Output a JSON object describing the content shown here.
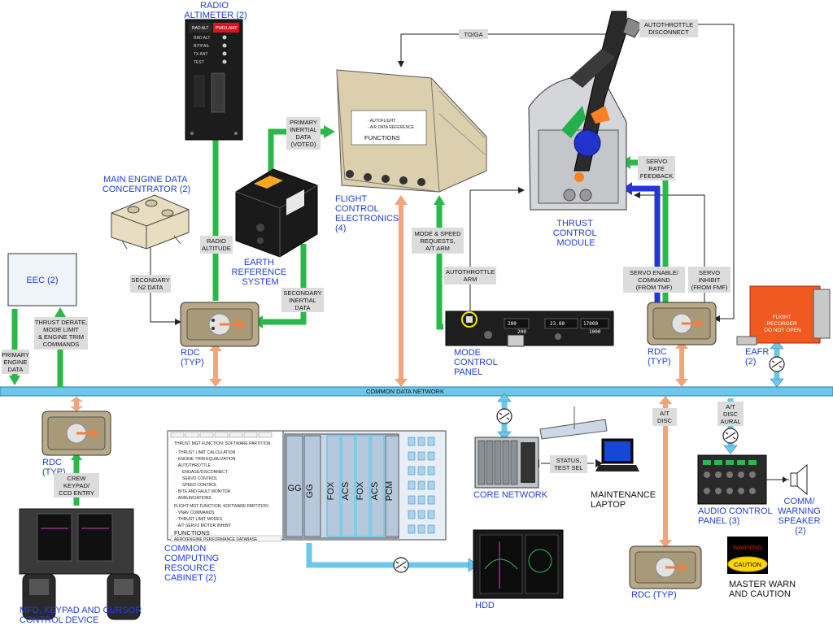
{
  "components": {
    "radio_altimeter": [
      "RADIO",
      "ALTIMETER (2)"
    ],
    "main_engine_data_concentrator": [
      "MAIN ENGINE DATA",
      "CONCENTRATOR (2)"
    ],
    "eec": "EEC (2)",
    "earth_reference_system": [
      "EARTH",
      "REFERENCE",
      "SYSTEM"
    ],
    "flight_control_electronics": [
      "FLIGHT",
      "CONTROL",
      "ELECTRONICS",
      "(4)"
    ],
    "thrust_control_module": [
      "THRUST",
      "CONTROL",
      "MODULE"
    ],
    "mode_control_panel": [
      "MODE",
      "CONTROL",
      "PANEL"
    ],
    "rdc_typ": [
      "RDC",
      "(TYP)"
    ],
    "rdc_typ_inline": "RDC (TYP)",
    "eafr": [
      "EAFR",
      "(2)"
    ],
    "flight_recorder_text": [
      "FLIGHT",
      "RECORDER",
      "DO NOT OPEN"
    ],
    "core_network": "CORE NETWORK",
    "maintenance_laptop": [
      "MAINTENANCE",
      "LAPTOP"
    ],
    "audio_control_panel": [
      "AUDIO CONTROL",
      "PANEL (3)"
    ],
    "comm_warning_speaker": [
      "COMM/",
      "WARNING",
      "SPEAKER",
      "(2)"
    ],
    "master_warn_caution": [
      "MASTER WARN",
      "AND CAUTION"
    ],
    "warning_text": "WARNING",
    "caution_text": "CAUTION",
    "hdd": "HDD",
    "mfd": [
      "MFD, KEYPAD AND CURSOR",
      "CONTROL DEVICE"
    ],
    "common_computing_resource_cabinet": [
      "COMMON",
      "COMPUTING",
      "RESOURCE",
      "CABINET (2)"
    ],
    "common_data_network": "COMMON DATA NETWORK"
  },
  "signals": {
    "to_ga": "TO/GA",
    "autothrottle_disconnect": [
      "AUTOTHROTTLE",
      "DISCONNECT"
    ],
    "primary_inertial_data": [
      "PRIMARY",
      "INERTIAL",
      "DATA",
      "(VOTED)"
    ],
    "radio_altitude": [
      "RADIO",
      "ALTITUDE"
    ],
    "secondary_n2_data": [
      "SECONDARY",
      "N2 DATA"
    ],
    "secondary_inertial_data": [
      "SECONDARY",
      "INERTIAL",
      "DATA"
    ],
    "thrust_derate": [
      "THRUST DERATE,",
      "MODE LIMIT",
      "& ENGINE TRIM",
      "COMMANDS"
    ],
    "primary_engine_data": [
      "PRIMARY",
      "ENGINE",
      "DATA"
    ],
    "mode_speed_requests": [
      "MODE & SPEED",
      "REQUESTS,",
      "A/T ARM"
    ],
    "autothrottle_arm": [
      "AUTOTHROTTLE",
      "ARM"
    ],
    "servo_rate_feedback": [
      "SERVO",
      "RATE",
      "FEEDBACK"
    ],
    "servo_enable": [
      "SERVO ENABLE/",
      "COMMAND",
      "(FROM TMF)"
    ],
    "servo_inhibit": [
      "SERVO",
      "INHIBIT",
      "(FROM FMF)"
    ],
    "crew_keypad": [
      "CREW",
      "KEYPAD/",
      "CCD ENTRY"
    ],
    "status_test_sel": [
      "STATUS,",
      "TEST SEL"
    ],
    "at_disc": [
      "A/T",
      "DISC"
    ],
    "at_disc_aural": [
      "A/T",
      "DISC",
      "AURAL"
    ]
  },
  "fce_functions": {
    "items": [
      "- AUTOFLIGHT",
      "- AIR DATA REFERENCE"
    ],
    "title": "FUNCTIONS"
  },
  "cabinet": {
    "thrust_partition": "THRUST MGT FUNCTION: SOFTWARE PARTITION",
    "thrust_items": [
      "- THRUST LIMIT CALCULATION",
      "- ENGINE TRIM EQUALIZATION",
      "- AUTOTHROTTLE",
      "ENGAGE/DISCONNECT",
      "SERVO CONTROL",
      "SPEED CONTROL",
      "- BITE AND FAULT MONITOR",
      "- ANNUNCIATIONS"
    ],
    "flight_partition": "FLIGHT MGT FUNCTION: SOFTWARE PARTITION",
    "flight_items": [
      "- VNAV COMMANDS",
      "- THRUST LIMIT MODES",
      "- A/T SERVO MOTOR INHIBIT"
    ],
    "functions_title": "FUNCTIONS",
    "database": "AERO/ENGINE PERFORMANCE DATABASE",
    "modules": [
      "GG",
      "GG",
      "FOX",
      "ACS",
      "FOX",
      "ACS",
      "PCM"
    ]
  },
  "radio_altimeter_face": [
    "RAD ALT",
    "PWR/LAMP",
    "RAD ALT",
    "BIT/FAIL",
    "TX ANT",
    "TEST"
  ],
  "mcp_readouts": [
    "200",
    "200",
    "23.00",
    "17000",
    "1000"
  ],
  "colors": {
    "label_blue": "#1f3fd6",
    "green_link": "#2bb84a",
    "blue_link": "#2436d6",
    "salmon_link": "#f4a47c",
    "cyan_bus": "#6cc8ea",
    "tag_gray": "#dcdcdc"
  }
}
